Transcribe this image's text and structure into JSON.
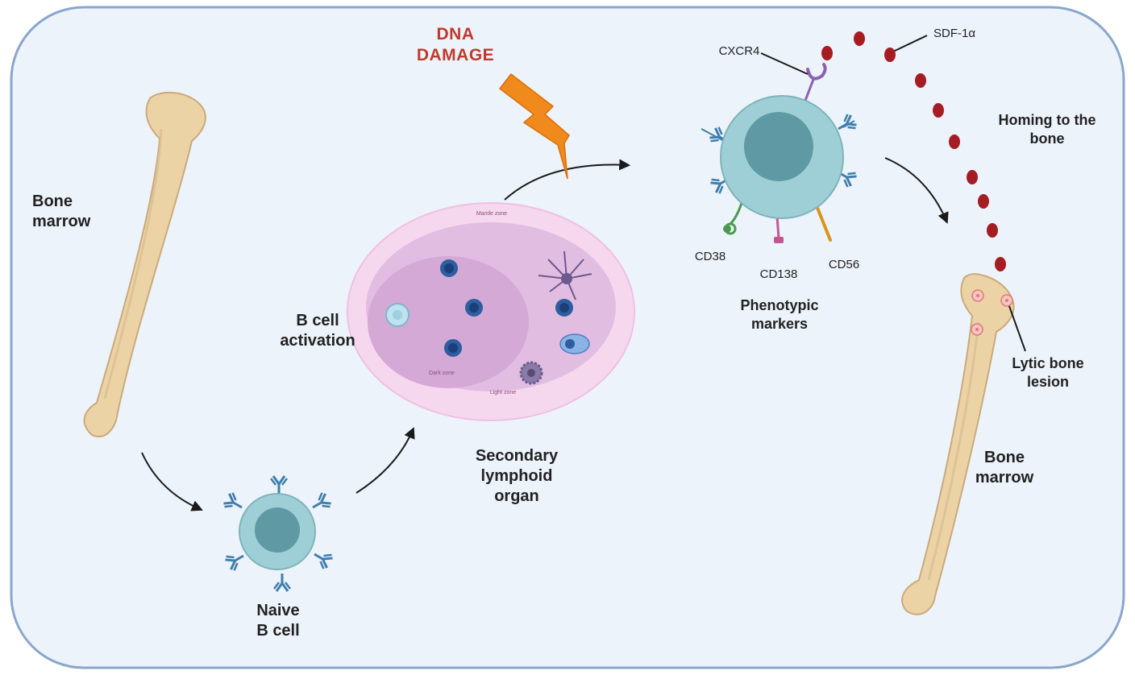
{
  "labels": {
    "bone_marrow_left": [
      "Bone",
      "marrow"
    ],
    "naive_b_cell": [
      "Naive",
      "B cell"
    ],
    "b_cell_activation": [
      "B cell",
      "activation"
    ],
    "secondary_lymphoid_organ": [
      "Secondary",
      "lymphoid",
      "organ"
    ],
    "mantle_zone": "Mantle zone",
    "dark_zone": "Dark zone",
    "light_zone": "Light zone",
    "dna_damage": [
      "DNA",
      "DAMAGE"
    ],
    "cxcr4": "CXCR4",
    "sdf1a": "SDF-1α",
    "cd38": "CD38",
    "cd138": "CD138",
    "cd56": "CD56",
    "phenotypic_markers": [
      "Phenotypic",
      "markers"
    ],
    "homing": [
      "Homing to the",
      "bone"
    ],
    "lytic_lesion": [
      "Lytic bone",
      "lesion"
    ],
    "bone_marrow_right": [
      "Bone",
      "marrow"
    ]
  },
  "colors": {
    "panel_bg": "#edf3fb",
    "panel_border": "#8aa6cc",
    "bone": "#ecd3a6",
    "bone_edge": "#c9aa7c",
    "cell": "#9fcfd6",
    "nucleus": "#5f9aa4",
    "organ_outer": "#f6d8ee",
    "organ_inner": "#e2bde2",
    "dark_zone": "#d4a9d6",
    "lightning": "#f08a1c",
    "sdf_dot": "#a51d23",
    "antibody": "#3f7eae",
    "cd38": "#4a9a4e",
    "cd138": "#c2568e",
    "cd56": "#d5961f",
    "cxcr4": "#8a63b0",
    "dna_text": "#c0392b"
  }
}
